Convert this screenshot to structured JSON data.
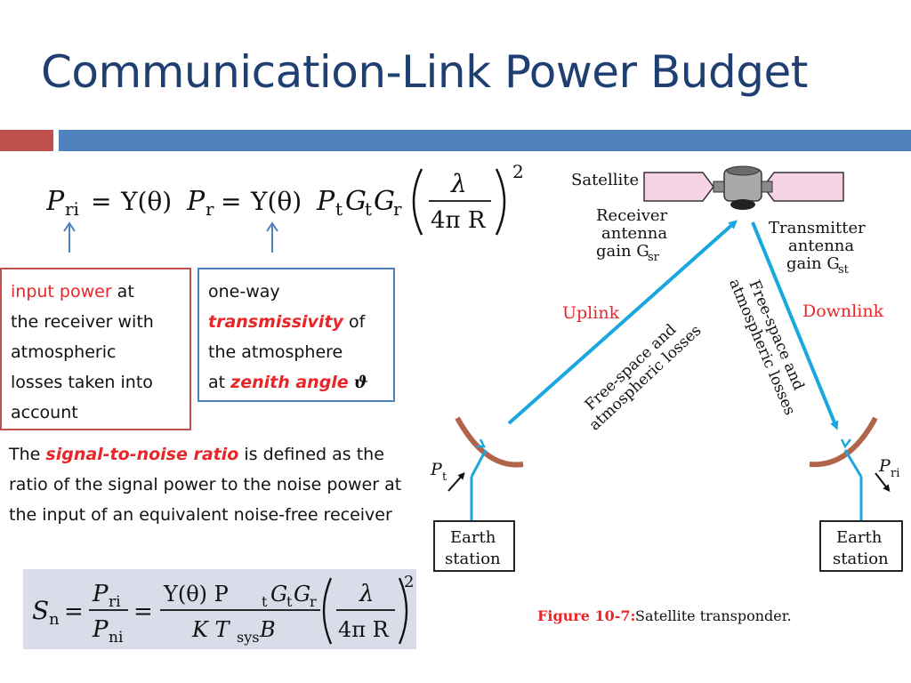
{
  "slide": {
    "title": "Communication-Link Power Budget"
  },
  "equation1": {
    "lhs_P": "P",
    "lhs_sub": "ri",
    "eq": "=",
    "upsilon": "Υ(θ)",
    "Pr_P": "P",
    "Pr_sub": "r",
    "Pt_P": "P",
    "Pt_sub": "t",
    "Gt_G": "G",
    "Gt_sub": "t",
    "Gr_G": "G",
    "Gr_sub": "r",
    "lambda": "λ",
    "denominator": "4π R",
    "exponent": "2"
  },
  "box_input_power": {
    "highlight": "input power",
    "rest_line1": " at",
    "line2": "the receiver with",
    "line3": "atmospheric",
    "line4": "losses taken into",
    "line5": "account"
  },
  "box_transmissivity": {
    "line1": "one-way",
    "highlight": "transmissivity",
    "rest_line2": " of",
    "line3": "the atmosphere",
    "line4_prefix": "at ",
    "zenith": "zenith angle",
    "theta": "ϑ"
  },
  "paragraph": {
    "prefix": "The ",
    "highlight": "signal-to-noise ratio",
    "suffix": " is defined as the ratio of the signal power to the noise power at the input of an equivalent noise-free receiver"
  },
  "equation2": {
    "S": "S",
    "S_sub": "n",
    "eq": "=",
    "num1_P": "P",
    "num1_sub": "ri",
    "den1_P": "P",
    "den1_sub": "ni",
    "num2": "Υ(θ)  P",
    "num2_t": "t",
    "num2_G": "G",
    "num2_Gt": "t",
    "num2_G2": "G",
    "num2_Gr": "r",
    "den2_KT": "K T",
    "den2_sys": "sys",
    "den2_B": "B",
    "lambda": "λ",
    "denominator": "4π R",
    "exponent": "2"
  },
  "diagram": {
    "satellite": "Satellite",
    "receiver_l1": "Receiver",
    "receiver_l2": "antenna",
    "receiver_l3": "gain G",
    "receiver_sub": "sr",
    "transmitter_l1": "Transmitter",
    "transmitter_l2": "antenna",
    "transmitter_l3": "gain G",
    "transmitter_sub": "st",
    "uplink": "Uplink",
    "downlink": "Downlink",
    "loss_up_l1": "Free-space and",
    "loss_up_l2": "atmospheric losses",
    "loss_down_l1": "Free-space and",
    "loss_down_l2": "atmospheric losses",
    "pt": "P",
    "pt_sub": "t",
    "pri": "P",
    "pri_sub": "ri",
    "earth_left_l1": "Earth",
    "earth_left_l2": "station",
    "earth_right_l1": "Earth",
    "earth_right_l2": "station",
    "caption_label": "Figure 10-7:",
    "caption_text": " Satellite transponder."
  },
  "colors": {
    "title": "#1f3f73",
    "accent_red": "#c0504d",
    "accent_blue": "#4f81bd",
    "highlight_red": "#e8262a",
    "link_blue": "#1aa7e0",
    "dish_brown": "#b0654a",
    "panel_pink": "#f7d3e6"
  }
}
